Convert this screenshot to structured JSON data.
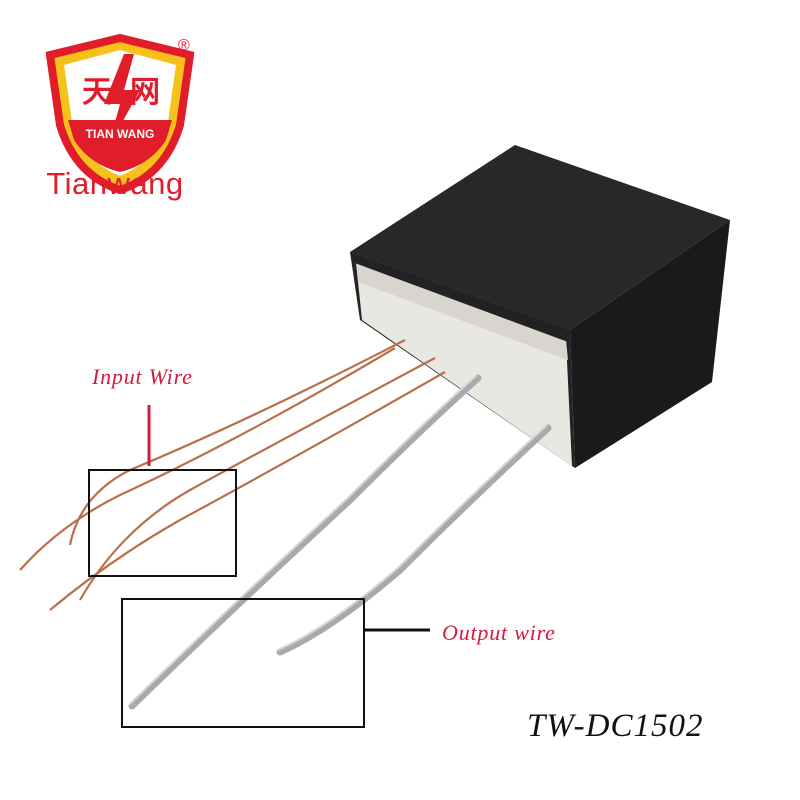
{
  "brand": {
    "logo_cn": "天网",
    "logo_en": "TIAN WANG",
    "registered_mark": "®",
    "name": "Tianwang",
    "primary_color": "#e11d2b",
    "accent_color": "#f7c11b"
  },
  "annotations": {
    "input_label": "Input Wire",
    "output_label": "Output wire",
    "label_color": "#d51a3b"
  },
  "product": {
    "model": "TW-DC1502",
    "module_color": "#1f1d1f",
    "potting_color": "#e8e6e0",
    "input_wire_color": "#b9704a",
    "output_wire_color": "#a9a9ad"
  }
}
